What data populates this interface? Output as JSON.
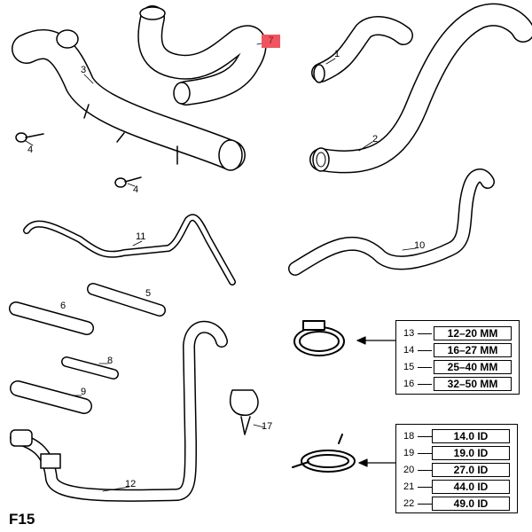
{
  "diagram_title": "F15",
  "callouts": {
    "p1": "1",
    "p2": "2",
    "p3": "3",
    "p4a": "4",
    "p4b": "4",
    "p5": "5",
    "p6": "6",
    "p7": "7",
    "p8": "8",
    "p9": "9",
    "p10": "10",
    "p11": "11",
    "p12": "12",
    "p17": "17"
  },
  "highlight_color": "#ef5560",
  "hose_clamps": [
    {
      "num": "13",
      "size": "12–20 MM"
    },
    {
      "num": "14",
      "size": "16–27 MM"
    },
    {
      "num": "15",
      "size": "25–40 MM"
    },
    {
      "num": "16",
      "size": "32–50 MM"
    }
  ],
  "spring_clamps": [
    {
      "num": "18",
      "size": "14.0 ID"
    },
    {
      "num": "19",
      "size": "19.0 ID"
    },
    {
      "num": "20",
      "size": "27.0 ID"
    },
    {
      "num": "21",
      "size": "44.0 ID"
    },
    {
      "num": "22",
      "size": "49.0 ID"
    }
  ]
}
